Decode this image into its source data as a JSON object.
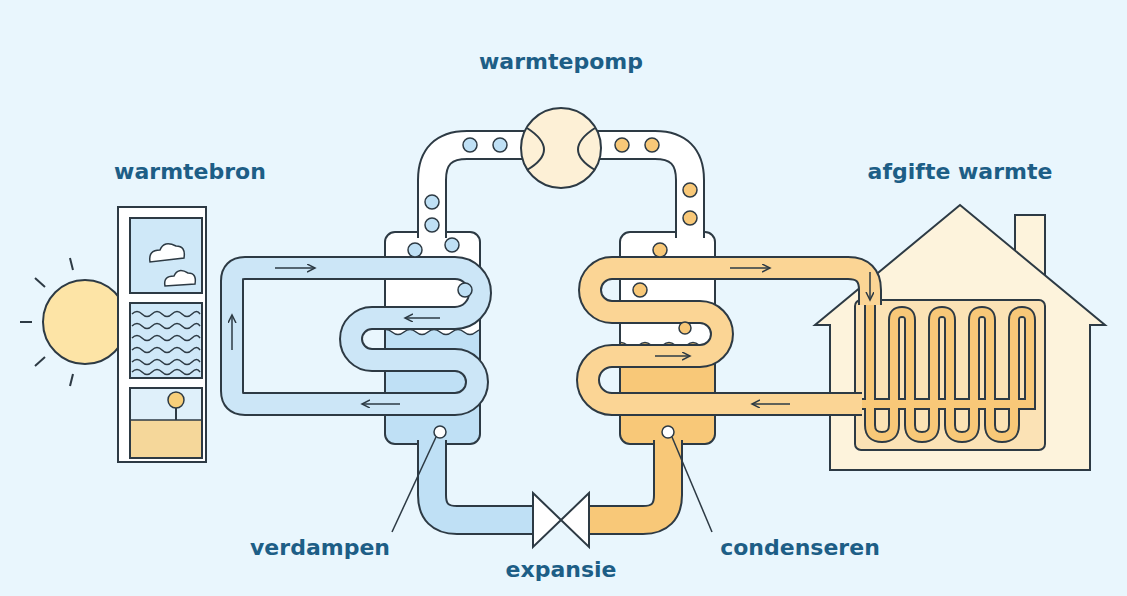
{
  "diagram": {
    "labels": [
      "warmtepomp",
      "warmtebron",
      "afgifte warmte",
      "verdampen",
      "condenseren",
      "expansie"
    ]
  }
}
